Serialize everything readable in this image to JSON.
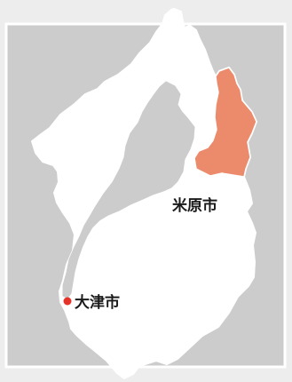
{
  "colors": {
    "background": "#ededed",
    "panel": "#cccccc",
    "panel_border": "#ffffff",
    "prefecture": "#ffffff",
    "lake": "#cccccc",
    "highlight": "#ec8a6c",
    "highlight_border": "#ffffff",
    "marker": "#e6332a"
  },
  "regions": {
    "prefecture_name": "",
    "highlighted_city": "米原市"
  },
  "labels": {
    "maibara": "米原市",
    "otsu": "大津市"
  },
  "markers": {
    "capital": {
      "name": "大津市",
      "icon": "red-dot-icon"
    }
  }
}
